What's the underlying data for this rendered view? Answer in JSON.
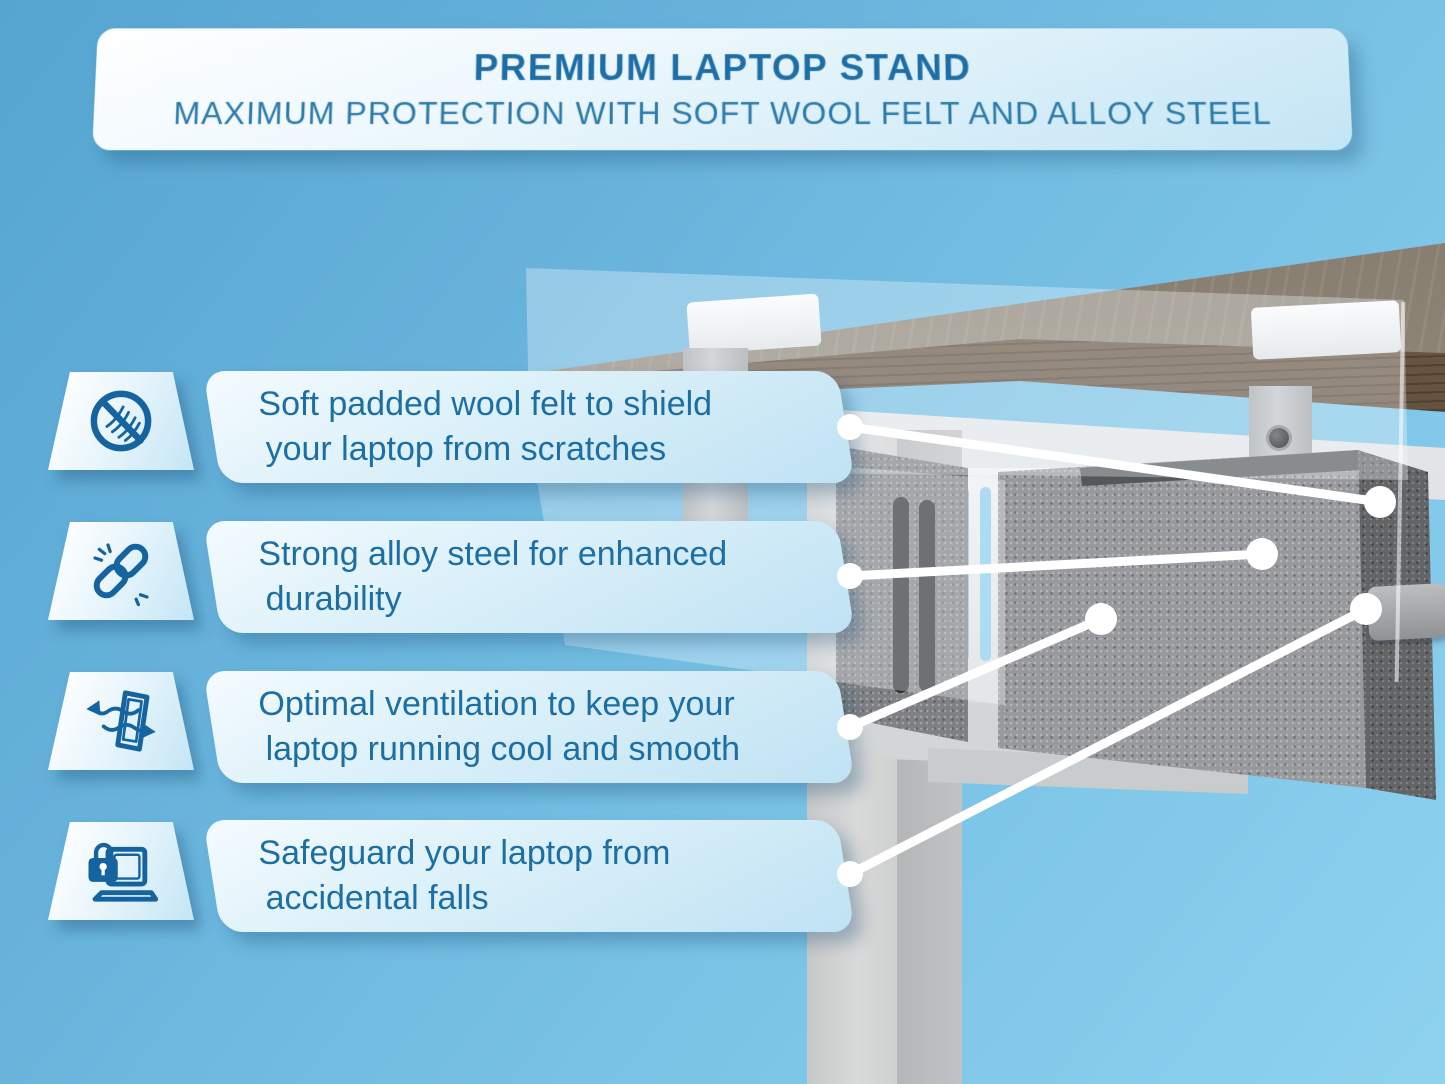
{
  "header": {
    "title": "PREMIUM LAPTOP STAND",
    "subtitle": "MAXIMUM PROTECTION WITH SOFT WOOL FELT AND ALLOY STEEL"
  },
  "features": [
    {
      "icon": "no-scratch-icon",
      "line1": "Soft padded wool felt to shield",
      "line2": "your laptop from scratches"
    },
    {
      "icon": "chain-link-icon",
      "line1": "Strong alloy steel for enhanced",
      "line2": "durability"
    },
    {
      "icon": "ventilation-icon",
      "line1": "Optimal ventilation to keep your",
      "line2": "laptop running cool and smooth"
    },
    {
      "icon": "laptop-lock-icon",
      "line1": "Safeguard your laptop from",
      "line2": "accidental falls"
    }
  ],
  "scene": {
    "description": "Under-desk laptop holder with wool felt panels and slotted alloy steel bracket clamped to a wooden desk",
    "callout_targets": [
      "felt-panel-top-edge",
      "alloy-steel-panel",
      "ventilation-slots",
      "retention-hook"
    ]
  },
  "colors": {
    "background_top": "#55a5d1",
    "background_bottom": "#8ed2ef",
    "banner_light": "#f4fbfe",
    "banner_blue": "#bfe2f3",
    "text_blue": "#1d6fa3",
    "title_blue": "#1e6ea6",
    "icon_blue": "#15639f",
    "callout_line": "#ffffff",
    "wood_top": "#948a7c",
    "wood_edge": "#63513f",
    "steel_light": "#eff1f1",
    "felt_gray": "#97999c"
  }
}
